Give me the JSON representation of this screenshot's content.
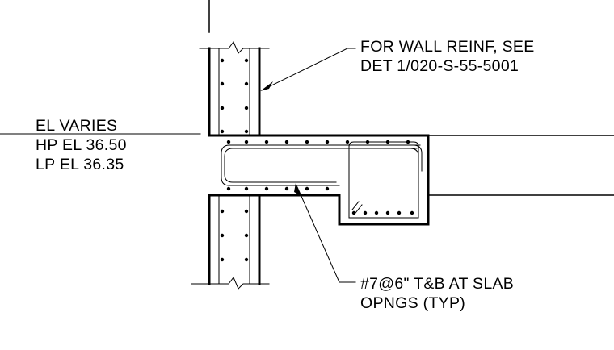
{
  "notes": {
    "wall_reinf": {
      "line1": "FOR WALL REINF, SEE",
      "line2": "DET 1/020-S-55-5001"
    },
    "elevation": {
      "line1": "EL VARIES",
      "line2": "HP EL 36.50",
      "line3": "LP EL 36.35"
    },
    "slab_opening": {
      "line1": "#7@6\" T&B AT SLAB",
      "line2": "OPNGS (TYP)"
    }
  },
  "colors": {
    "ink": "#000000",
    "paper": "#ffffff"
  }
}
